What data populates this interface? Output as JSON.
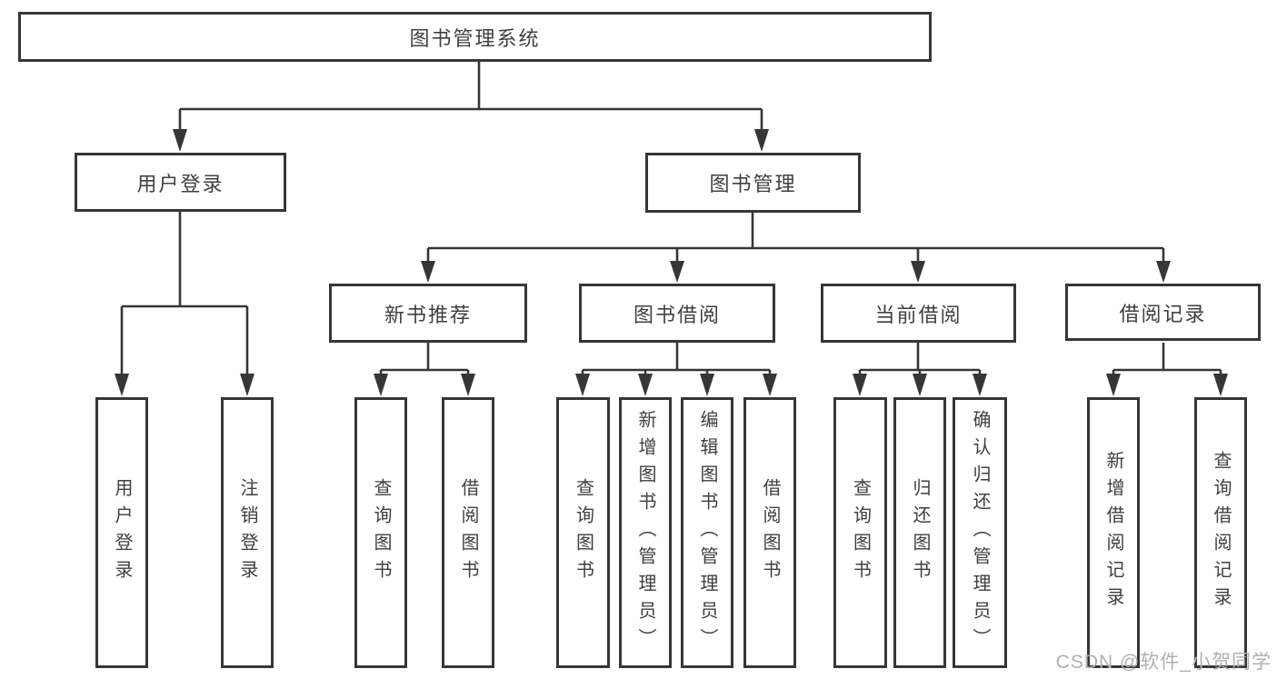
{
  "tree": {
    "label": "图书管理系统",
    "children": [
      {
        "label": "用户登录",
        "children": [
          {
            "label": "用户登录"
          },
          {
            "label": "注销登录"
          }
        ]
      },
      {
        "label": "图书管理",
        "children": [
          {
            "label": "新书推荐",
            "children": [
              {
                "label": "查询图书"
              },
              {
                "label": "借阅图书"
              }
            ]
          },
          {
            "label": "图书借阅",
            "children": [
              {
                "label": "查询图书"
              },
              {
                "label": "新增图书（管理员）"
              },
              {
                "label": "编辑图书（管理员）"
              },
              {
                "label": "借阅图书"
              }
            ]
          },
          {
            "label": "当前借阅",
            "children": [
              {
                "label": "查询图书"
              },
              {
                "label": "归还图书"
              },
              {
                "label": "确认归还（管理员）"
              }
            ]
          },
          {
            "label": "借阅记录",
            "children": [
              {
                "label": "新增借阅记录"
              },
              {
                "label": "查询借阅记录"
              }
            ]
          }
        ]
      }
    ]
  },
  "watermark": {
    "text": "CSDN @软件_小贺同学"
  },
  "colors": {
    "line": "#363636",
    "box_border": "#363636",
    "box_fill": "#ffffff",
    "text": "#3f3f3f",
    "watermark": "#b0b0b0",
    "background": "#ffffff"
  }
}
